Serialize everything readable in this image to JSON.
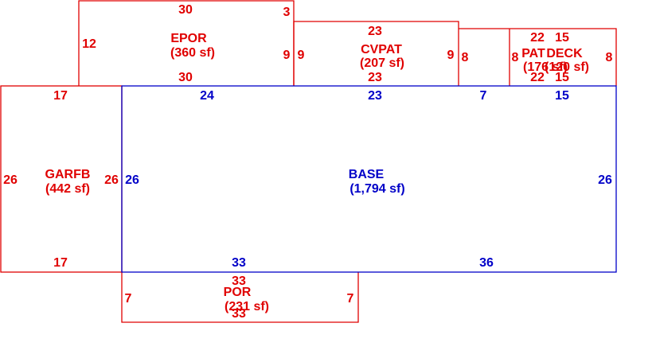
{
  "colors": {
    "primary": "#0000c8",
    "secondary": "#e00000",
    "background": "#ffffff"
  },
  "areas": [
    {
      "id": "epor",
      "name": "EPOR",
      "area": "(360 sf)",
      "color": "secondary",
      "dimensions": [
        "30",
        "3",
        "12",
        "9",
        "30"
      ]
    },
    {
      "id": "cvpat",
      "name": "CVPAT",
      "area": "(207 sf)",
      "color": "secondary",
      "dimensions": [
        "23",
        "9",
        "9",
        "23"
      ]
    },
    {
      "id": "pat",
      "name": "PAT",
      "area": "(176 sf)",
      "color": "secondary",
      "dimensions": [
        "8",
        "8",
        "22",
        "22"
      ]
    },
    {
      "id": "deck",
      "name": "DECK",
      "area": "(120 sf)",
      "color": "secondary",
      "dimensions": [
        "15",
        "8",
        "15"
      ]
    },
    {
      "id": "garfb",
      "name": "GARFB",
      "area": "(442 sf)",
      "color": "secondary",
      "dimensions": [
        "17",
        "26",
        "26",
        "17"
      ]
    },
    {
      "id": "base",
      "name": "BASE",
      "area": "(1,794 sf)",
      "color": "primary",
      "dimensions": [
        "24",
        "23",
        "7",
        "15",
        "26",
        "26",
        "33",
        "36"
      ]
    },
    {
      "id": "por",
      "name": "POR",
      "area": "(231 sf)",
      "color": "secondary",
      "dimensions": [
        "33",
        "7",
        "7",
        "33"
      ]
    }
  ]
}
